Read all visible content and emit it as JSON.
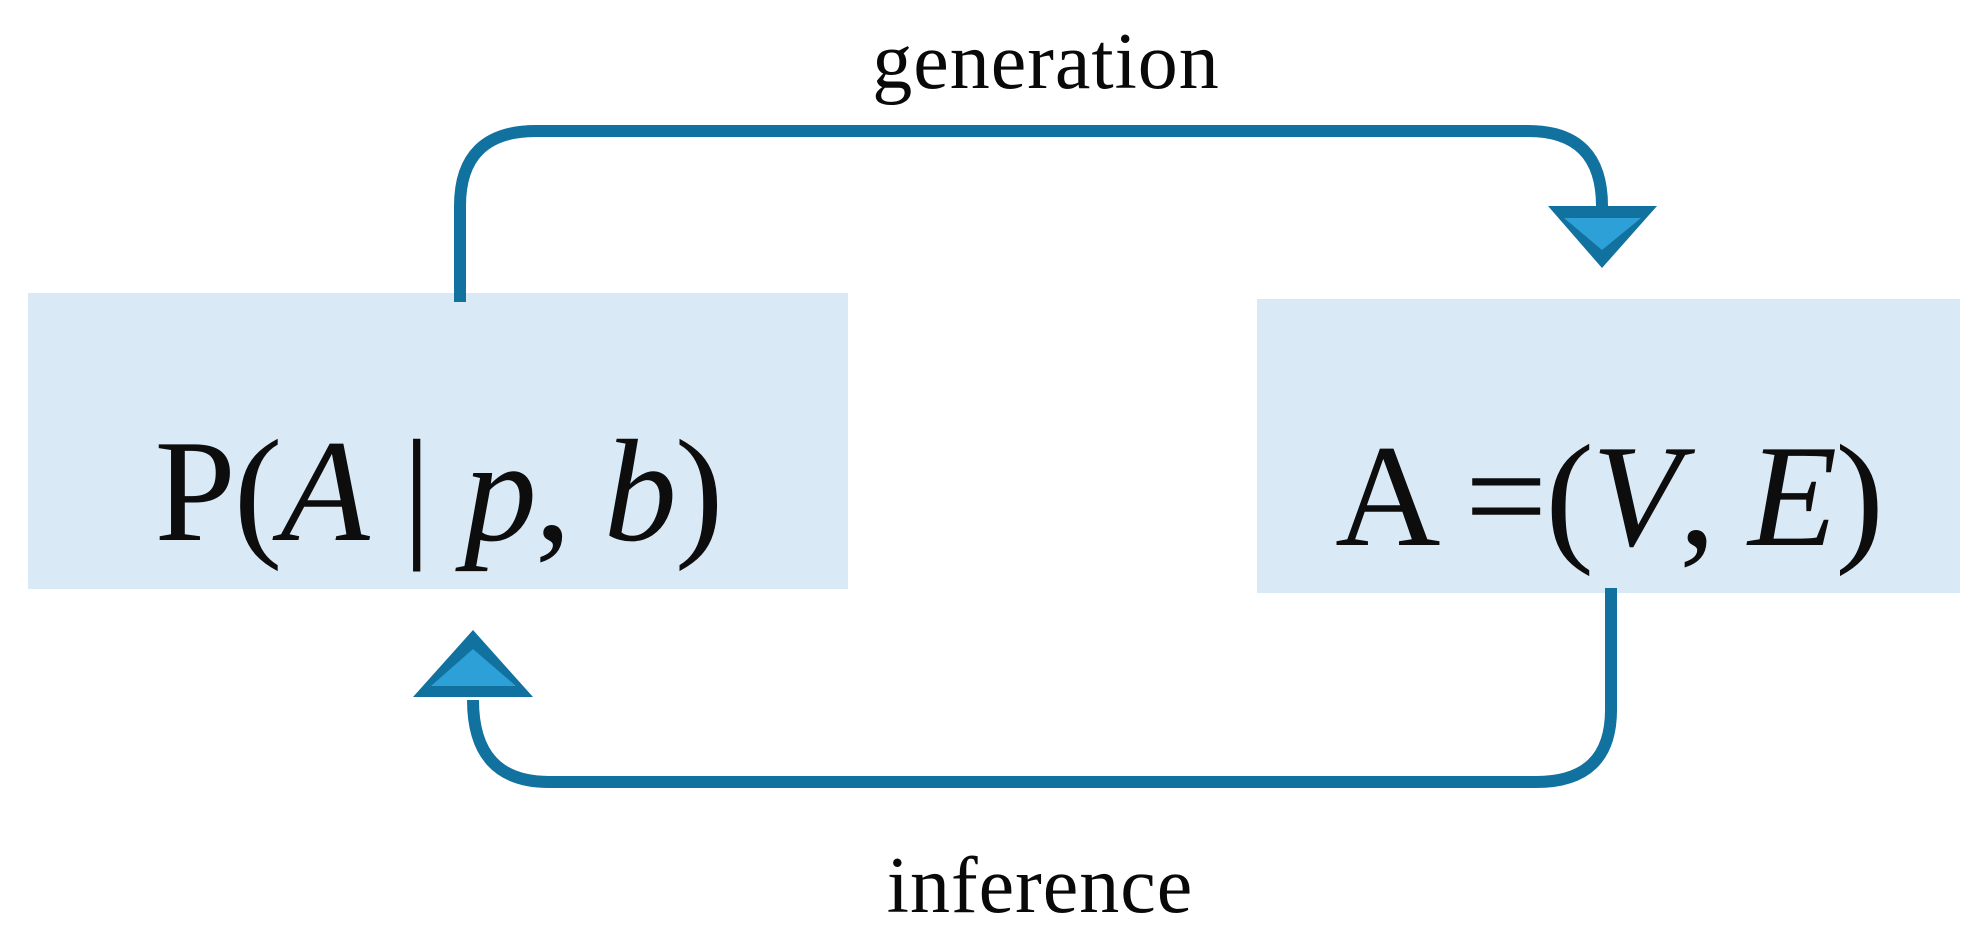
{
  "diagram": {
    "top_arrow_label": "generation",
    "bottom_arrow_label": "inference",
    "boxes": {
      "left": {
        "formula_plain": "P(A | p, b)",
        "parts": [
          {
            "text": "P(",
            "italic": false
          },
          {
            "text": "A",
            "italic": true
          },
          {
            "text": " | ",
            "italic": false
          },
          {
            "text": "p",
            "italic": true
          },
          {
            "text": ", ",
            "italic": false
          },
          {
            "text": "b",
            "italic": true
          },
          {
            "text": ")",
            "italic": false
          }
        ]
      },
      "right": {
        "formula_plain": "A = (V, E)",
        "parts": [
          {
            "text": "A =(",
            "italic": false
          },
          {
            "text": "V",
            "italic": true
          },
          {
            "text": ", ",
            "italic": false
          },
          {
            "text": "E",
            "italic": true
          },
          {
            "text": ")",
            "italic": false
          }
        ]
      }
    },
    "colors": {
      "arrow_stroke": "#11719f",
      "arrowhead_inner": "#2da0d8",
      "box_fill": "#d9e9f6",
      "text": "#0d0d0d"
    }
  }
}
